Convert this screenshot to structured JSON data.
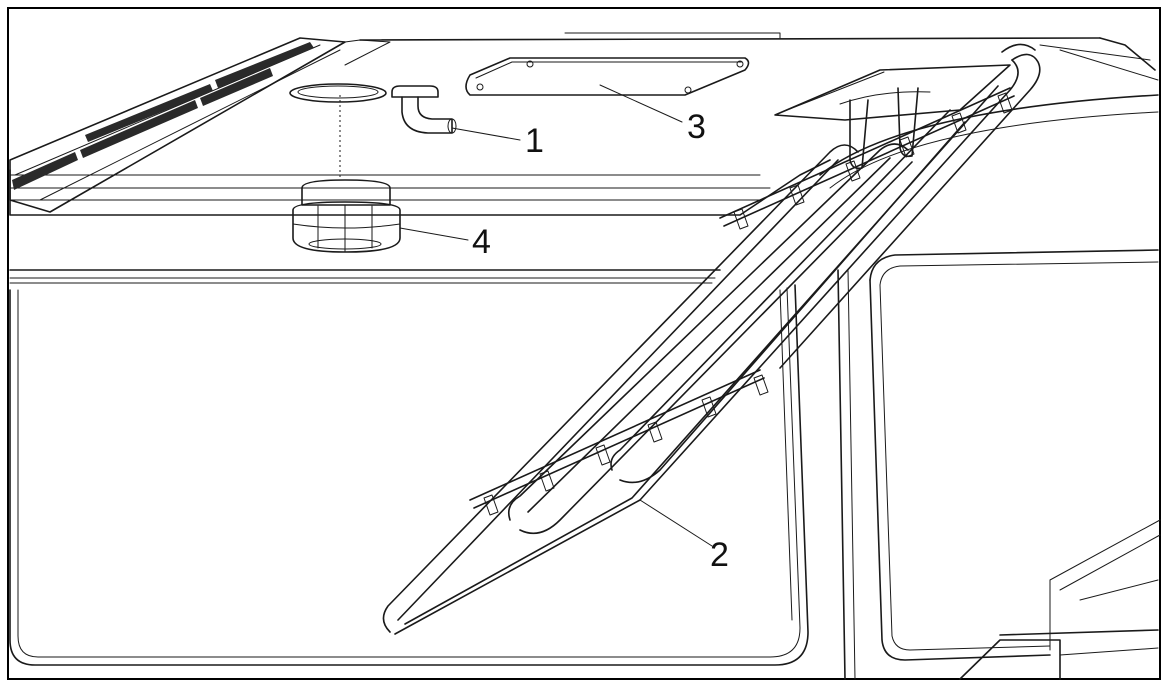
{
  "callouts": [
    {
      "id": "1",
      "label": "1"
    },
    {
      "id": "2",
      "label": "2"
    },
    {
      "id": "3",
      "label": "3"
    },
    {
      "id": "4",
      "label": "4"
    }
  ],
  "colors": {
    "line": "#1a1a1a",
    "background": "#ffffff",
    "vent": "#2a2a2a"
  }
}
